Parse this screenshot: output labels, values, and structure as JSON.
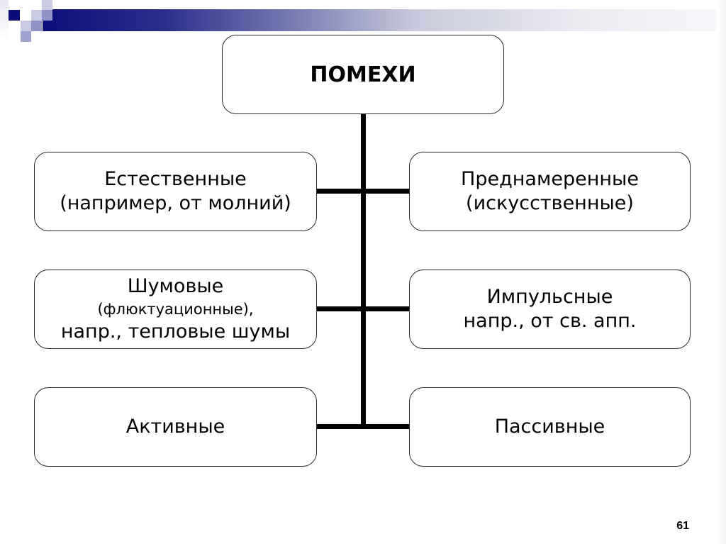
{
  "slide": {
    "page_number": "61",
    "theme_colors": {
      "accent": "#0b0e7a",
      "border": "#2a2a2a"
    }
  },
  "diagram": {
    "root": {
      "label": "ПОМЕХИ"
    },
    "nodes": [
      {
        "id": "natural",
        "side": "left",
        "row": 1,
        "lines": [
          "Естественные",
          "(например, от молний)"
        ]
      },
      {
        "id": "intentional",
        "side": "right",
        "row": 1,
        "lines": [
          "Преднамеренные",
          "(искусственные)"
        ]
      },
      {
        "id": "noise",
        "side": "left",
        "row": 2,
        "lines": [
          "Шумовые",
          "(флюктуационные),",
          "напр., тепловые шумы"
        ]
      },
      {
        "id": "impulse",
        "side": "right",
        "row": 2,
        "lines": [
          "Импульсные",
          "напр., от св. апп."
        ]
      },
      {
        "id": "active",
        "side": "left",
        "row": 3,
        "lines": [
          "Активные"
        ]
      },
      {
        "id": "passive",
        "side": "right",
        "row": 3,
        "lines": [
          "Пассивные"
        ]
      }
    ],
    "edges": [
      {
        "from": "root",
        "to": "natural"
      },
      {
        "from": "root",
        "to": "intentional"
      },
      {
        "from": "root",
        "to": "noise"
      },
      {
        "from": "root",
        "to": "impulse"
      },
      {
        "from": "root",
        "to": "active"
      },
      {
        "from": "root",
        "to": "passive"
      }
    ]
  }
}
